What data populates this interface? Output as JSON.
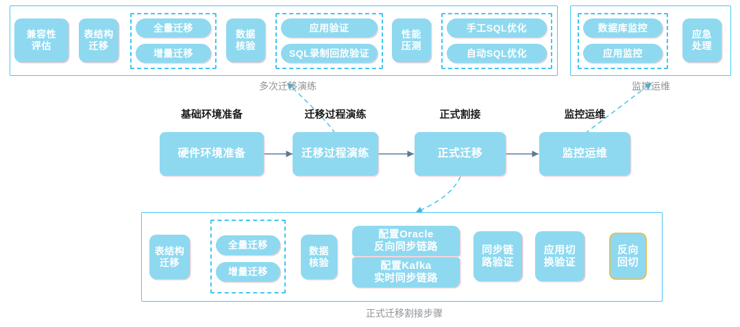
{
  "diagram": {
    "title": "数据库迁移流程图",
    "colors": {
      "box_fill": "#8ed9f0",
      "panel_border": "#45c6f0",
      "dashed_group": "#3fc4f2",
      "gold_border": "#e3c25a",
      "arrow": "#5a7a93",
      "caption_text": "#8d9296",
      "stage_text": "#1b1b1b",
      "box_text": "#ffffff"
    }
  },
  "top_panel_left": {
    "nodes": {
      "compat": "兼容性\n评估",
      "schema": "表结构\n迁移",
      "full_migration": "全量迁移",
      "incr_migration": "增量迁移",
      "data_check": "数据\n核验",
      "app_verify": "应用验证",
      "sql_replay": "SQL录制回放验证",
      "perf_test": "性能\n压测",
      "manual_sql": "手工SQL优化",
      "auto_sql": "自动SQL优化"
    },
    "caption": "多次迁移演练"
  },
  "top_panel_right": {
    "nodes": {
      "db_monitor": "数据库监控",
      "app_monitor": "应用监控",
      "emergency": "应急\n处理"
    },
    "caption": "监控运维"
  },
  "main_flow": {
    "stages": [
      {
        "title": "基础环境准备",
        "node": "硬件环境准备"
      },
      {
        "title": "迁移过程演练",
        "node": "迁移过程演练"
      },
      {
        "title": "正式割接",
        "node": "正式迁移"
      },
      {
        "title": "监控运维",
        "node": "监控运维"
      }
    ]
  },
  "bottom_panel": {
    "nodes": {
      "schema": "表结构\n迁移",
      "full_migration": "全量迁移",
      "incr_migration": "增量迁移",
      "data_check": "数据\n核验",
      "oracle_link": "配置Oracle\n反向同步链路",
      "kafka_link": "配置Kafka\n实时同步链路",
      "link_verify": "同步链\n路验证",
      "app_switch_verify": "应用切\n换验证",
      "rollback": "反向\n回切"
    },
    "caption": "正式迁移割接步骤"
  }
}
